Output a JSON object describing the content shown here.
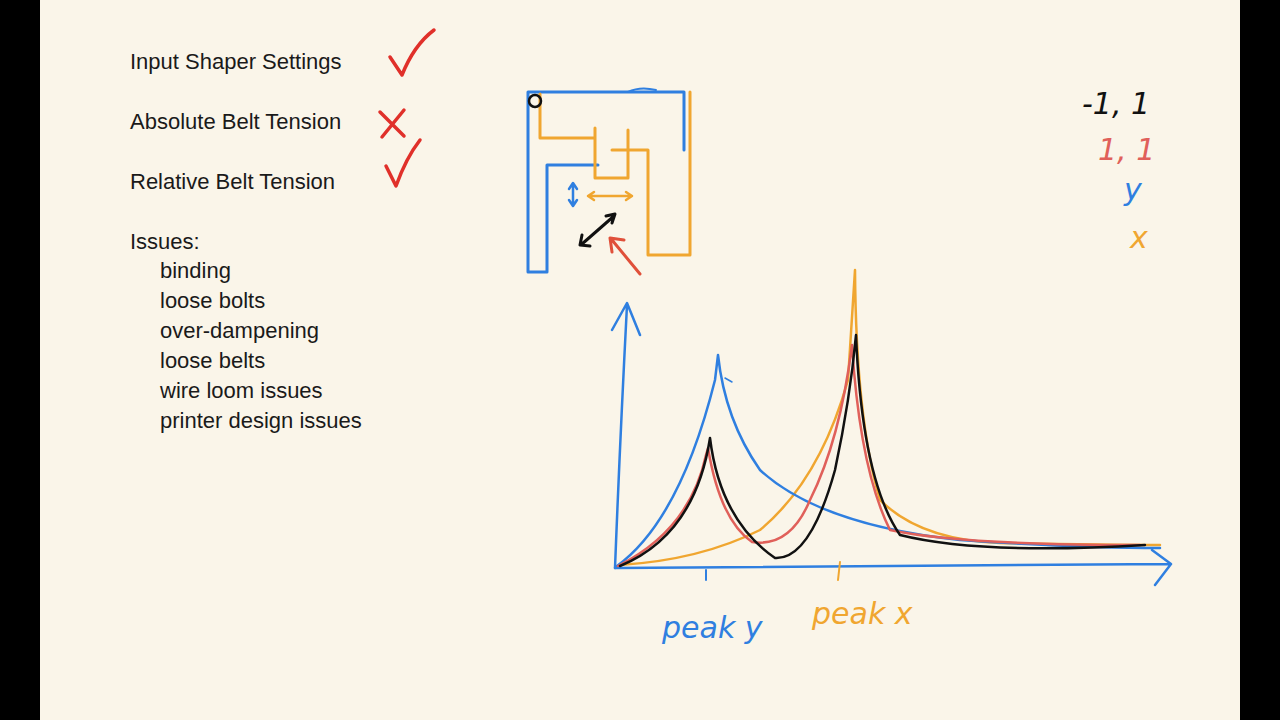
{
  "diagram": {
    "labels": [
      "Input Shaper Settings",
      "Absolute Belt Tension",
      "Relative Belt Tension",
      "Issues:",
      "binding",
      "loose bolts",
      "over-dampening",
      "loose belts",
      "wire loom issues",
      "printer design issues",
      "-1, 1",
      "1, 1",
      "y",
      "x",
      "peak y",
      "peak x"
    ]
  }
}
